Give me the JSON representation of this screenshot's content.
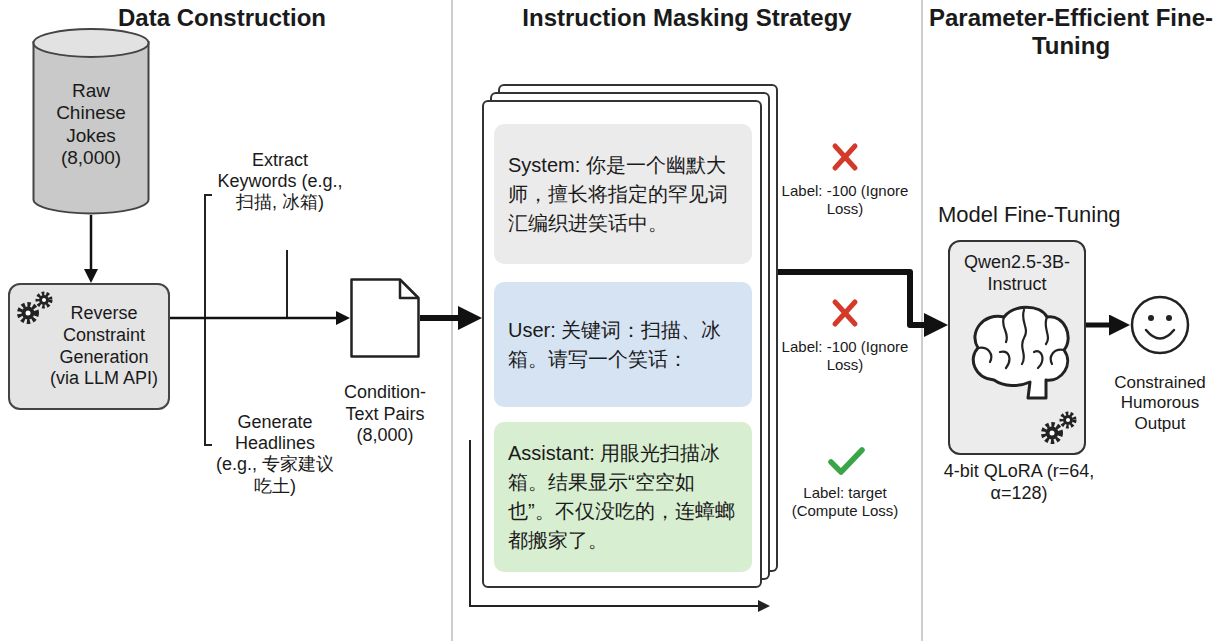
{
  "diagram": {
    "nodes": [
      {
        "text": [
          "Raw Chinese Jokes (8,000)"
        ]
      },
      {
        "text": [
          "Reverse Constraint Generation (via LLM API)"
        ]
      },
      {
        "text": [
          "Condition-Text Pairs (8,000)"
        ]
      },
      {
        "text": []
      },
      {
        "text": [
          "System: 你是一个幽默大师，擅长将指定的罕见词汇编织进笑话中。"
        ],
        "in": 3
      },
      {
        "text": [
          "User: 关键词：扫描、冰箱。请写一个笑话："
        ],
        "in": 3
      },
      {
        "text": [
          "Assistant: 用眼光扫描冰箱。结果显示“空空如也”。不仅没吃的，连蟑螂都搬家了。"
        ],
        "in": 3
      },
      {
        "text": [
          "Model Fine-Tuning",
          "Qwen2.5-3B-Instruct",
          "4-bit QLoRA (r=64, α=128)"
        ]
      },
      {
        "text": [
          "Constrained Humorous Output"
        ]
      }
    ],
    "edges": [
      {
        "from": 0,
        "to": 1,
        "arrow": "to"
      },
      {
        "from": 1,
        "to": 2,
        "arrow": "to"
      },
      {
        "from": 2,
        "to": 3,
        "arrow": "to"
      },
      {
        "from": 3,
        "to": 7,
        "arrow": "to"
      },
      {
        "from": 7,
        "to": 8,
        "arrow": "to"
      }
    ],
    "labels": [
      "Data Construction",
      "Instruction Masking Strategy",
      "Parameter-Efficient Fine-Tuning",
      "Extract Keywords (e.g., 扫描, 冰箱)",
      "Generate Headlines (e.g., 专家建议吃土)",
      "Label: -100 (Ignore Loss)",
      "Label: -100 (Ignore Loss)",
      "Label: target (Compute Loss)"
    ]
  }
}
